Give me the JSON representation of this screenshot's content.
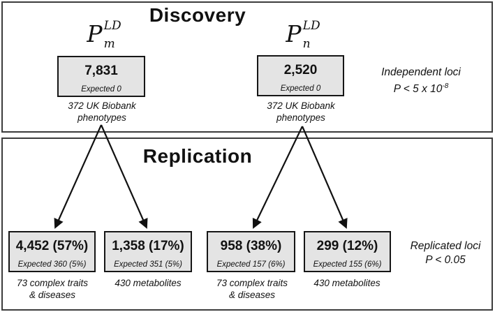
{
  "figure": {
    "discovery": {
      "title": "Discovery",
      "annotation": {
        "line1": "Independent loci",
        "line2": "P < 5 x 10",
        "line2_sup": "-8"
      },
      "groups": [
        {
          "math": {
            "base": "P",
            "sup": "LD",
            "sub": "m"
          },
          "count": "7,831",
          "expected": "Expected 0",
          "caption_line1": "372 UK Biobank",
          "caption_line2": "phenotypes"
        },
        {
          "math": {
            "base": "P",
            "sup": "LD",
            "sub": "n"
          },
          "count": "2,520",
          "expected": "Expected 0",
          "caption_line1": "372 UK Biobank",
          "caption_line2": "phenotypes"
        }
      ]
    },
    "replication": {
      "title": "Replication",
      "annotation": {
        "line1": "Replicated loci",
        "line2": "P < 0.05"
      },
      "boxes": [
        {
          "count": "4,452 (57%)",
          "expected": "Expected 360 (5%)",
          "caption_line1": "73 complex traits",
          "caption_line2": "& diseases"
        },
        {
          "count": "1,358 (17%)",
          "expected": "Expected 351 (5%)",
          "caption_line1": "430 metabolites",
          "caption_line2": ""
        },
        {
          "count": "958 (38%)",
          "expected": "Expected 157 (6%)",
          "caption_line1": "73 complex traits",
          "caption_line2": "& diseases"
        },
        {
          "count": "299 (12%)",
          "expected": "Expected 155 (6%)",
          "caption_line1": "430 metabolites",
          "caption_line2": ""
        }
      ]
    },
    "colors": {
      "background": "#ffffff",
      "box_fill": "#e4e4e4",
      "box_border": "#161616",
      "section_border": "#3c3c3c",
      "text": "#111111",
      "arrow": "#111111"
    }
  }
}
